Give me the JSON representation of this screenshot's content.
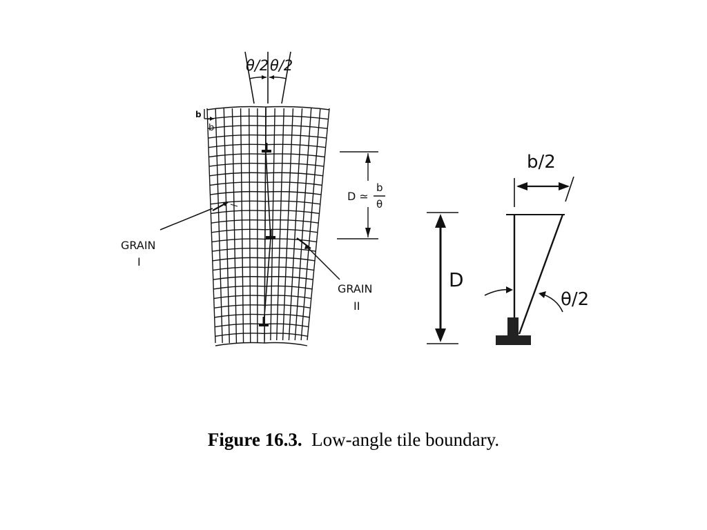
{
  "diagram": {
    "grain_labels": {
      "grain1": [
        "GRAIN",
        "I"
      ],
      "grain2": [
        "GRAIN",
        "II"
      ]
    },
    "angle_label_left": "θ/2",
    "angle_label_right": "θ/2",
    "burgers_vector_labels": [
      "b",
      "b"
    ],
    "spacing_formula": {
      "lhs": "D ≃",
      "numerator": "b",
      "denominator": "θ"
    },
    "detail": {
      "half_b_label": "b/2",
      "height_label": "D",
      "angle_label": "θ/2"
    }
  },
  "caption": {
    "number": "Figure 16.3.",
    "text": "Low-angle tile boundary."
  }
}
